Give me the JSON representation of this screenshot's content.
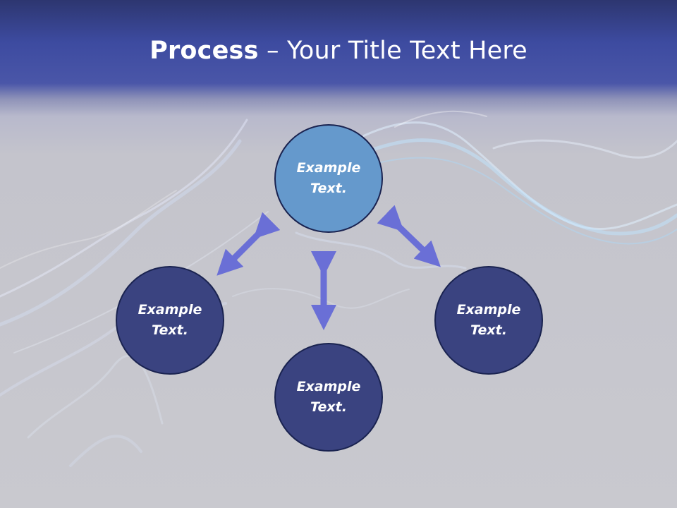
{
  "title": {
    "bold": "Process",
    "rest": " – Your Title Text Here"
  },
  "nodes": {
    "top": "Example Text.",
    "left": "Example Text.",
    "right": "Example Text.",
    "bottom": "Example Text."
  },
  "colors": {
    "header": "#3d4ba0",
    "node_highlight": "#6599cc",
    "node_dark": "#3a4380",
    "arrow": "#6a6fd6"
  }
}
